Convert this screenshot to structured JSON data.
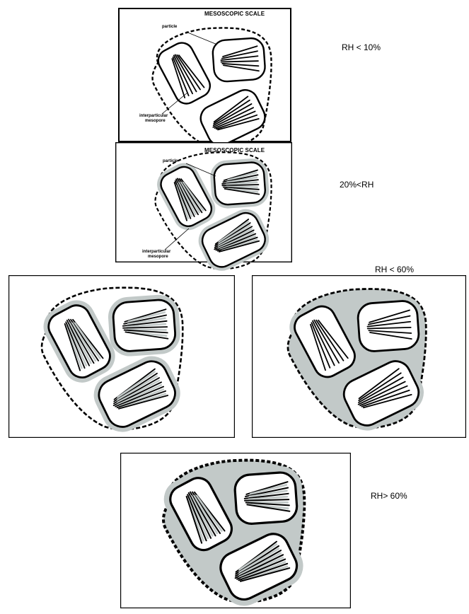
{
  "panels": {
    "p1": {
      "title": "MESOSCOPIC SCALE",
      "particle_label": "particle",
      "mesopore_label_1": "interparticular",
      "mesopore_label_2": "mesopore",
      "rh": "RH < 10%"
    },
    "p2": {
      "title": "MESOSCOPIC SCALE",
      "particle_label": "particle",
      "mesopore_label_1": "interparticular",
      "mesopore_label_2": "mesopore",
      "rh": "20%<RH"
    },
    "p4": {
      "rh": "RH < 60%"
    },
    "p5": {
      "rh": "RH> 60%"
    }
  },
  "colors": {
    "water": "#c2c9c8",
    "line": "#000000",
    "background": "#ffffff"
  }
}
